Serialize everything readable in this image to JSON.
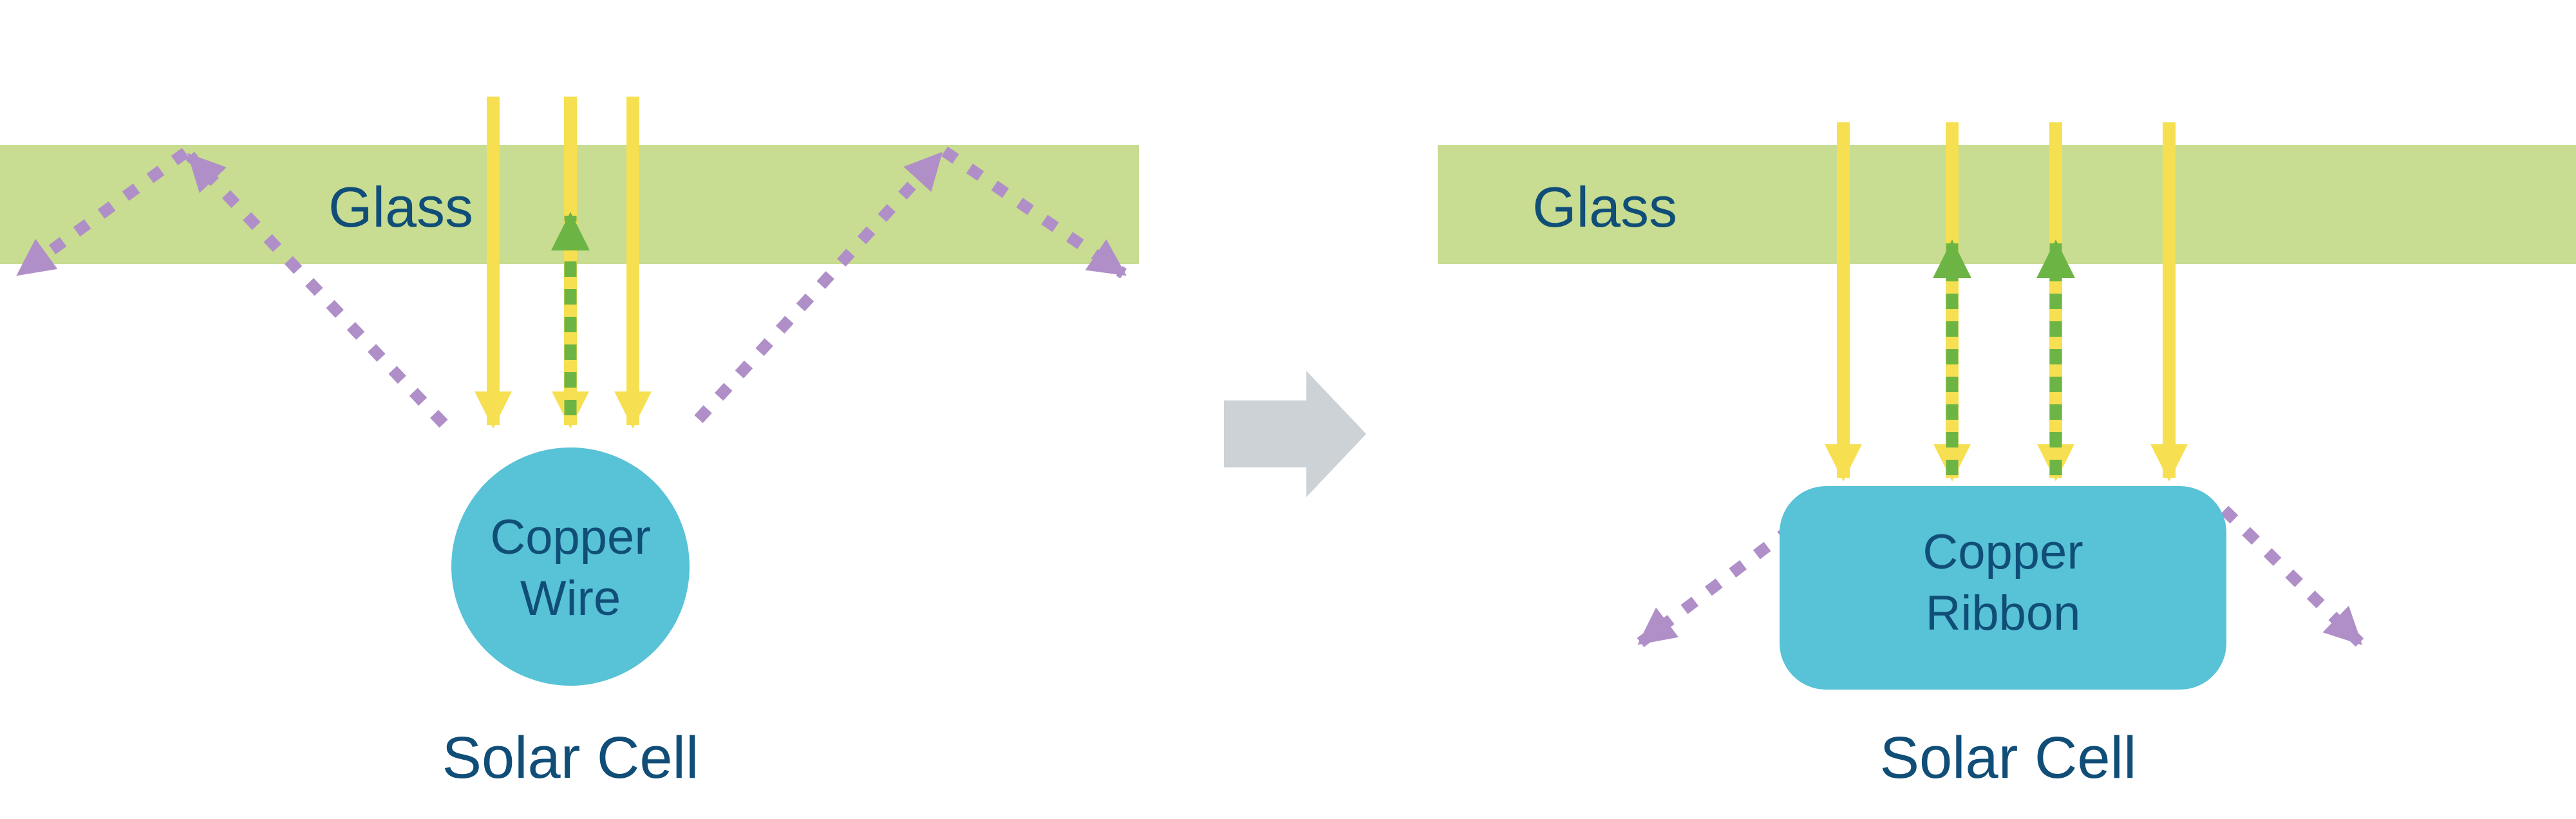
{
  "diagram": {
    "left": {
      "glass_label": "Glass",
      "conductor_label_line1": "Copper",
      "conductor_label_line2": "Wire",
      "cell_label": "Solar Cell"
    },
    "right": {
      "glass_label": "Glass",
      "conductor_label_line1": "Copper",
      "conductor_label_line2": "Ribbon",
      "cell_label": "Solar Cell"
    },
    "icons": {
      "sunlight_arrow": "down-arrow",
      "reflected_light_arrow": "dashed-up-arrow",
      "scattered_light_arrow": "dashed-diagonal-arrow",
      "transform_arrow": "right-block-arrow"
    },
    "colors": {
      "glass": "#c8dc92",
      "sunlight_yellow": "#f6e051",
      "reflected_green": "#6cb545",
      "scattered_purple": "#b08fc8",
      "conductor_cyan": "#58c2d6",
      "text_navy": "#104e78",
      "transform_gray": "#ccd2d6"
    }
  }
}
